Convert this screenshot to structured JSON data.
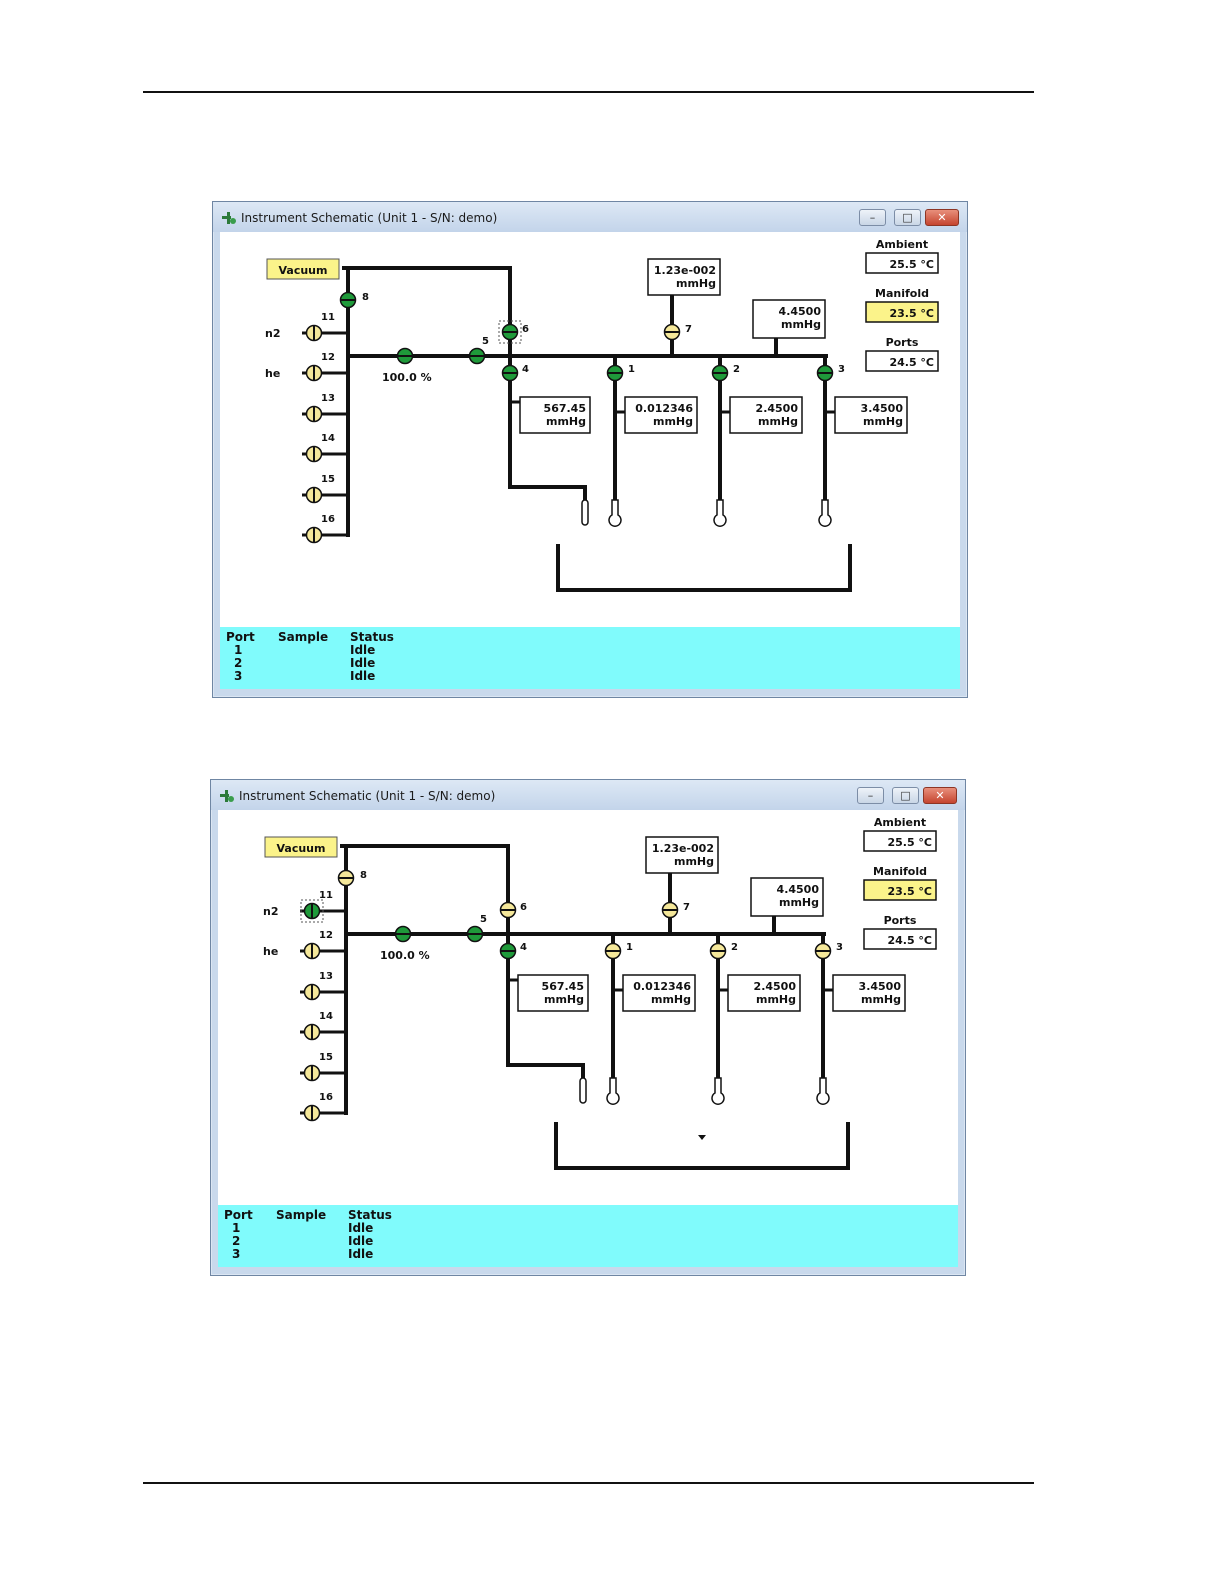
{
  "window_title": "Instrument Schematic (Unit 1 - S/N: demo)",
  "window_buttons": {
    "minimize": "–",
    "restore": "□",
    "close": "✕"
  },
  "vacuum_label": "Vacuum",
  "gas_labels": {
    "n2": "n2",
    "he": "he"
  },
  "valve_numbers": {
    "v1": "1",
    "v2": "2",
    "v3": "3",
    "v4": "4",
    "v5": "5",
    "v6": "6",
    "v7": "7",
    "v8": "8",
    "v11": "11",
    "v12": "12",
    "v13": "13",
    "v14": "14",
    "v15": "15",
    "v16": "16"
  },
  "flow_percent": "100.0 %",
  "gauges": {
    "g7": {
      "value": "1.23e-002",
      "unit": "mmHg"
    },
    "manifold": {
      "value": "4.4500",
      "unit": "mmHg"
    },
    "g4": {
      "value": "567.45",
      "unit": "mmHg"
    },
    "g1": {
      "value": "0.012346",
      "unit": "mmHg"
    },
    "g2": {
      "value": "2.4500",
      "unit": "mmHg"
    },
    "g3": {
      "value": "3.4500",
      "unit": "mmHg"
    }
  },
  "temps": {
    "ambient": {
      "label": "Ambient",
      "value": "25.5 °C"
    },
    "manifold": {
      "label": "Manifold",
      "value": "23.5 °C"
    },
    "ports": {
      "label": "Ports",
      "value": "24.5 °C"
    }
  },
  "status_table": {
    "headers": [
      "Port",
      "Sample",
      "Status"
    ],
    "rows": [
      {
        "port": "1",
        "sample": "",
        "status": "Idle"
      },
      {
        "port": "2",
        "sample": "",
        "status": "Idle"
      },
      {
        "port": "3",
        "sample": "",
        "status": "Idle"
      }
    ]
  },
  "colors": {
    "valve_open": "#1f9a3a",
    "valve_closed": "#f5e89a",
    "highlight": "#fbf38a",
    "status_bg": "#80fbfc"
  },
  "screenshots": [
    {
      "valve_states": {
        "v1": "open",
        "v2": "open",
        "v3": "open",
        "v4": "open",
        "v5": "open",
        "v6": "open",
        "v7": "closed",
        "v8": "open",
        "v11": "closed",
        "v12": "closed",
        "v13": "closed",
        "v14": "closed",
        "v15": "closed",
        "v16": "closed",
        "flow": "open"
      },
      "selected_valve": "v6",
      "dewar_indicator": false
    },
    {
      "valve_states": {
        "v1": "closed",
        "v2": "closed",
        "v3": "closed",
        "v4": "open",
        "v5": "open",
        "v6": "closed",
        "v7": "closed",
        "v8": "closed",
        "v11": "open",
        "v12": "closed",
        "v13": "closed",
        "v14": "closed",
        "v15": "closed",
        "v16": "closed",
        "flow": "open"
      },
      "selected_valve": "v11",
      "dewar_indicator": true
    }
  ]
}
